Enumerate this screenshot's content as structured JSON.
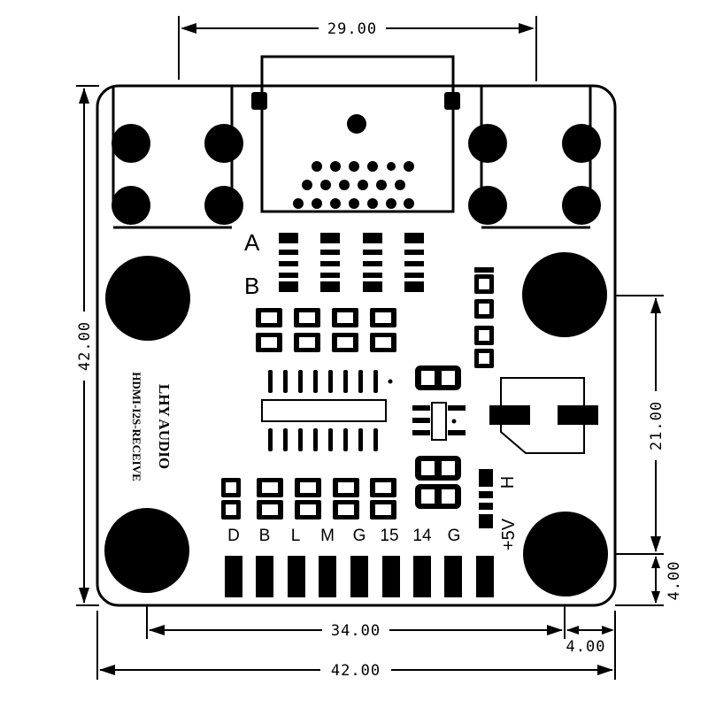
{
  "dimensions": {
    "top_width": "29.00",
    "left_height": "42.00",
    "right_mounting_spacing": "21.00",
    "right_bottom_offset": "4.00",
    "bottom_mounting_spacing": "34.00",
    "bottom_right_offset": "4.00",
    "bottom_width": "42.00"
  },
  "board": {
    "brand": "LHY AUDIO",
    "model": "HDMI-I2S-RECEIVE",
    "row_label_a": "A",
    "row_label_b": "B",
    "label_h": "H",
    "label_5v": "+5V",
    "pin_labels": [
      "D",
      "B",
      "L",
      "M",
      "G",
      "15",
      "14",
      "G"
    ]
  }
}
